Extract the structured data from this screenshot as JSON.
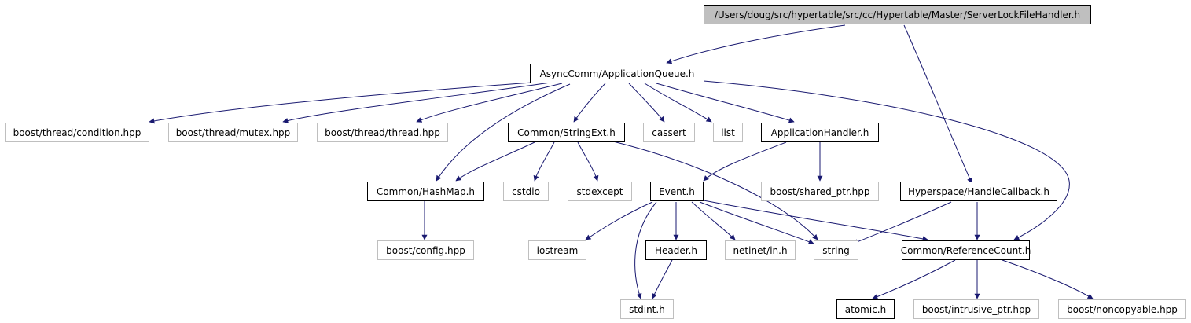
{
  "colors": {
    "edge": "#191970",
    "root_fill": "#bfbfbf",
    "ext_border": "#bfbfbf",
    "doc_border": "#000000"
  },
  "nodes": {
    "root": "/Users/doug/src/hypertable/src/cc/Hypertable/Master/ServerLockFileHandler.h",
    "appqueue": "AsyncComm/ApplicationQueue.h",
    "hyperspace": "Hyperspace/HandleCallback.h",
    "condition": "boost/thread/condition.hpp",
    "mutex": "boost/thread/mutex.hpp",
    "thread": "boost/thread/thread.hpp",
    "stringext": "Common/StringExt.h",
    "cassert": "cassert",
    "list": "list",
    "apphandler": "ApplicationHandler.h",
    "hashmap": "Common/HashMap.h",
    "cstdio": "cstdio",
    "stdexcept": "stdexcept",
    "event": "Event.h",
    "sharedptr": "boost/shared_ptr.hpp",
    "config": "boost/config.hpp",
    "iostream": "iostream",
    "header": "Header.h",
    "netinet": "netinet/in.h",
    "string": "string",
    "refcount": "Common/ReferenceCount.h",
    "stdint": "stdint.h",
    "atomic": "atomic.h",
    "intrusive": "boost/intrusive_ptr.hpp",
    "noncopyable": "boost/noncopyable.hpp"
  }
}
